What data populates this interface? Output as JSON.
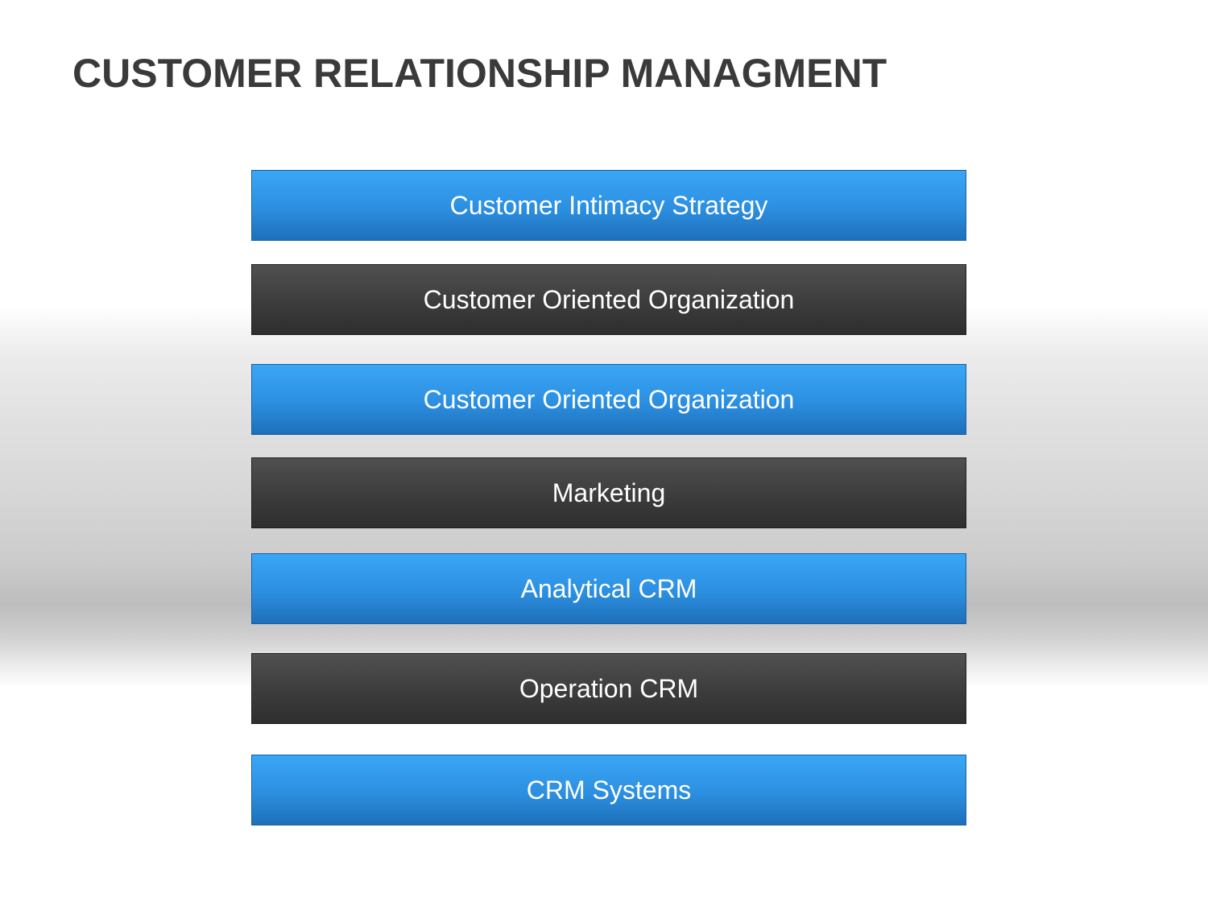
{
  "title": "CUSTOMER RELATIONSHIP MANAGMENT",
  "colors": {
    "blue_bar": "#2c8fe0",
    "dark_bar": "#3c3c3c",
    "title_text": "#3a3a3a"
  },
  "layers": [
    {
      "label": "Customer Intimacy Strategy",
      "style": "blue"
    },
    {
      "label": "Customer Oriented Organization",
      "style": "dark"
    },
    {
      "label": "Customer Oriented Organization",
      "style": "blue"
    },
    {
      "label": "Marketing",
      "style": "dark"
    },
    {
      "label": "Analytical CRM",
      "style": "blue"
    },
    {
      "label": "Operation CRM",
      "style": "dark"
    },
    {
      "label": "CRM Systems",
      "style": "blue"
    }
  ]
}
